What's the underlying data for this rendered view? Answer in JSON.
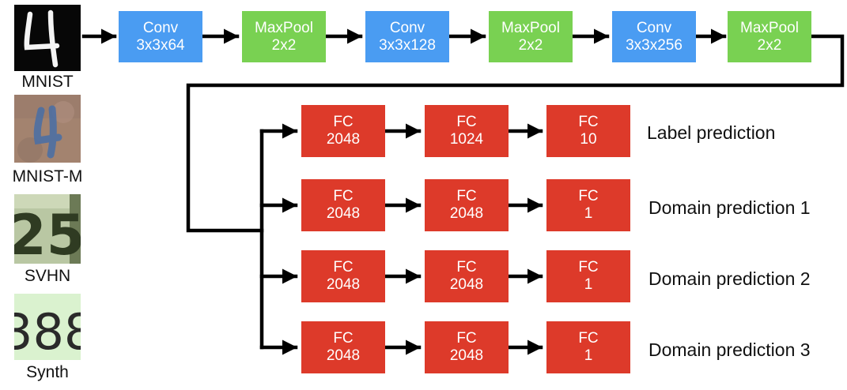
{
  "datasets": [
    {
      "name": "MNIST",
      "sample_digits": "4"
    },
    {
      "name": "MNIST-M",
      "sample_digits": "4"
    },
    {
      "name": "SVHN",
      "sample_digits": "25"
    },
    {
      "name": "Synth",
      "sample_digits": "388"
    }
  ],
  "feature_extractor": [
    {
      "type": "Conv",
      "params": "3x3x64"
    },
    {
      "type": "MaxPool",
      "params": "2x2"
    },
    {
      "type": "Conv",
      "params": "3x3x128"
    },
    {
      "type": "MaxPool",
      "params": "2x2"
    },
    {
      "type": "Conv",
      "params": "3x3x256"
    },
    {
      "type": "MaxPool",
      "params": "2x2"
    }
  ],
  "heads": [
    {
      "label": "Label prediction",
      "layers": [
        {
          "type": "FC",
          "units": "2048"
        },
        {
          "type": "FC",
          "units": "1024"
        },
        {
          "type": "FC",
          "units": "10"
        }
      ]
    },
    {
      "label": "Domain prediction 1",
      "layers": [
        {
          "type": "FC",
          "units": "2048"
        },
        {
          "type": "FC",
          "units": "2048"
        },
        {
          "type": "FC",
          "units": "1"
        }
      ]
    },
    {
      "label": "Domain prediction 2",
      "layers": [
        {
          "type": "FC",
          "units": "2048"
        },
        {
          "type": "FC",
          "units": "2048"
        },
        {
          "type": "FC",
          "units": "1"
        }
      ]
    },
    {
      "label": "Domain prediction 3",
      "layers": [
        {
          "type": "FC",
          "units": "2048"
        },
        {
          "type": "FC",
          "units": "2048"
        },
        {
          "type": "FC",
          "units": "1"
        }
      ]
    }
  ],
  "colors": {
    "conv": "#4a9cf2",
    "maxpool": "#79d152",
    "fc": "#dd3a2a",
    "wire": "#000000"
  }
}
